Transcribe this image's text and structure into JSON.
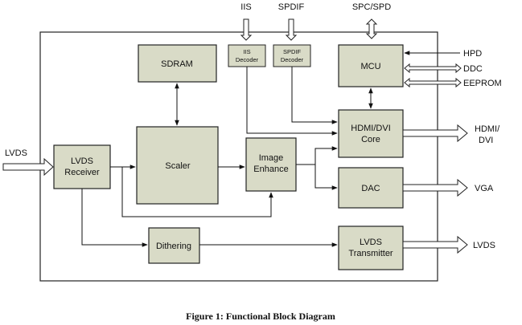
{
  "diagram": {
    "blocks": {
      "sdram": "SDRAM",
      "iis_decoder": [
        "IIS",
        "Decoder"
      ],
      "spdif_decoder": [
        "SPDIF",
        "Decoder"
      ],
      "mcu": "MCU",
      "lvds_receiver": [
        "LVDS",
        "Receiver"
      ],
      "scaler": "Scaler",
      "image_enhance": [
        "Image",
        "Enhance"
      ],
      "hdmi_dvi_core": [
        "HDMI/DVI",
        "Core"
      ],
      "dac": "DAC",
      "dithering": "Dithering",
      "lvds_transmitter": [
        "LVDS",
        "Transmitter"
      ]
    },
    "external": {
      "iis": "IIS",
      "spdif": "SPDIF",
      "spc_spd": "SPC/SPD",
      "hpd": "HPD",
      "ddc": "DDC",
      "eeprom": "EEPROM",
      "lvds_in": "LVDS",
      "hdmi_dvi_out": [
        "HDMI/",
        "DVI"
      ],
      "vga": "VGA",
      "lvds_out": "LVDS"
    },
    "caption": "Figure 1: Functional Block Diagram"
  }
}
